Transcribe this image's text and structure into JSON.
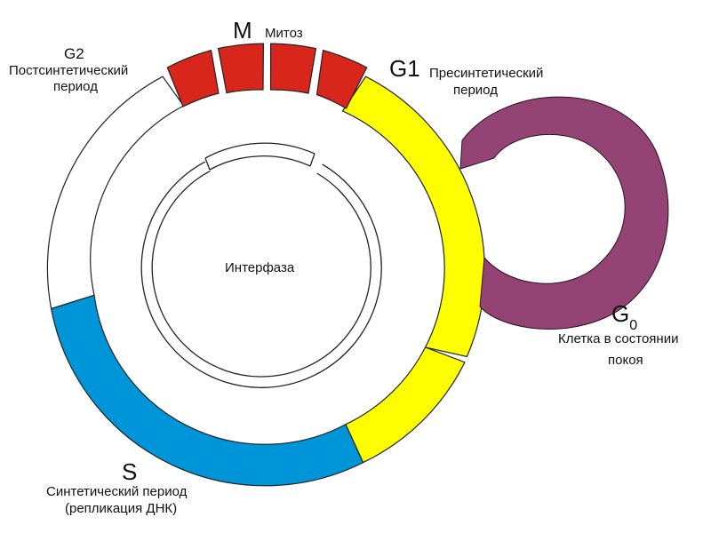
{
  "diagram": {
    "phases": {
      "m": {
        "code": "M",
        "name": "Митоз"
      },
      "g1": {
        "code": "G1",
        "name_line1": "Пресинтетический",
        "name_line2": "период"
      },
      "g2": {
        "code": "G2",
        "name_line1": "Постсинтетический",
        "name_line2": "период"
      },
      "s": {
        "code": "S",
        "name_line1": "Синтетический период",
        "name_line2": "(репликация ДНК)"
      },
      "g0": {
        "code": "G",
        "subscript": "0",
        "name_line1": "Клетка в состоянии",
        "name_line2": "покоя"
      }
    },
    "center_label": "Интерфаза"
  },
  "colors": {
    "mitosis": "#d9261c",
    "g1": "#ffff00",
    "s": "#0095d9",
    "g2": "#ffffff",
    "g0": "#944474",
    "outline": "#222222"
  }
}
